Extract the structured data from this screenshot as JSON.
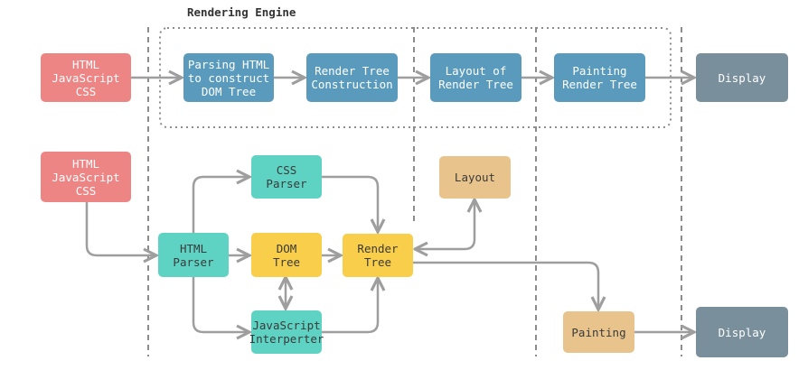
{
  "title": "Rendering Engine",
  "top_flow": {
    "source": "HTML\nJavaScript\nCSS",
    "parse": "Parsing HTML\nto construct\nDOM Tree",
    "render_tree": "Render Tree\nConstruction",
    "layout": "Layout of\nRender Tree",
    "paint": "Painting\nRender Tree",
    "display": "Display"
  },
  "bottom_flow": {
    "source": "HTML\nJavaScript\nCSS",
    "html_parser": "HTML\nParser",
    "css_parser": "CSS\nParser",
    "dom_tree": "DOM\nTree",
    "js_interpreter": "JavaScript\nInterperter",
    "render_tree": "Render\nTree",
    "layout": "Layout",
    "painting": "Painting",
    "display": "Display"
  },
  "colors": {
    "source": "#ee8585",
    "engine_stage": "#5a9bbd",
    "display": "#7a8f9c",
    "parser": "#5fd3c3",
    "tree": "#f8ce4a",
    "layout_paint": "#e8c48c",
    "connector": "#9e9e9e"
  }
}
